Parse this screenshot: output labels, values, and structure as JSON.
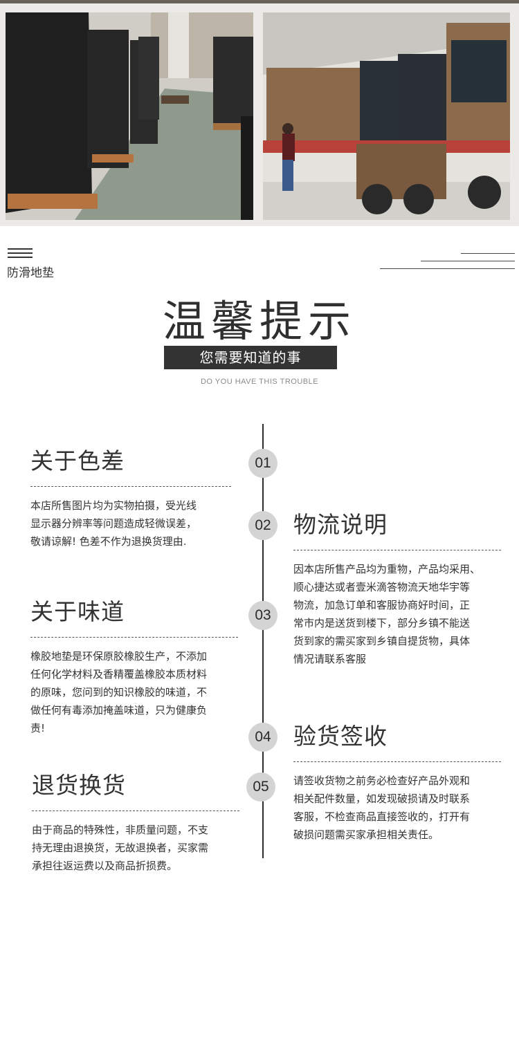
{
  "category": {
    "label": "防滑地垫",
    "menu_icon": "menu-icon"
  },
  "title": {
    "main": "温馨提示",
    "subtitle": "您需要知道的事",
    "subtitle_en": "DO YOU HAVE THIS TROUBLE"
  },
  "sections": [
    {
      "number": "01",
      "title": "关于色差",
      "lines": [
        "本店所售图片均为实物拍摄，受光线",
        "显示器分辨率等问题造成轻微误差，",
        "敬请谅解! 色差不作为退换货理由."
      ]
    },
    {
      "number": "02",
      "title": "物流说明",
      "lines": [
        "因本店所售产品均为重物，产品均采用、",
        "顺心捷达或者壹米滴答物流天地华宇等",
        "物流，加急订单和客服协商好时间，正",
        "常市内是送货到楼下，部分乡镇不能送",
        "货到家的需买家到乡镇自提货物，具体",
        "情况请联系客服"
      ]
    },
    {
      "number": "03",
      "title": "关于味道",
      "lines": [
        "橡胶地垫是环保原胶橡胶生产，不添加",
        "任何化学材料及香精覆盖橡胶本质材料",
        "的原味，您问到的知识橡胶的味道，不",
        "做任何有毒添加掩盖味道，只为健康负",
        "责!"
      ]
    },
    {
      "number": "04",
      "title": "验货签收",
      "lines": [
        "请签收货物之前务必检查好产品外观和",
        "相关配件数量，如发现破损请及时联系",
        "客服，不检查商品直接签收的，打开有",
        "破损问题需买家承担相关责任。"
      ]
    },
    {
      "number": "05",
      "title": "退货换货",
      "lines": [
        "由于商品的特殊性，非质量问题，不支",
        "持无理由退换货，无故退换者，买家需",
        "承担往返运费以及商品折损费。"
      ]
    }
  ]
}
